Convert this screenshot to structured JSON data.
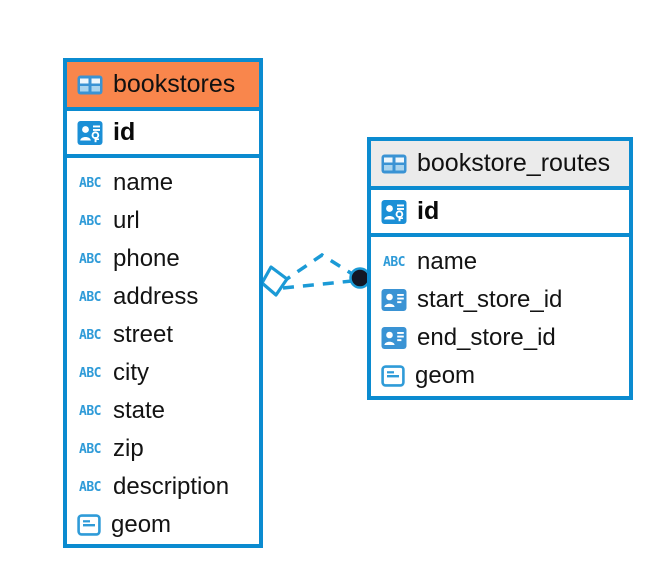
{
  "diagram": {
    "type": "entity-relationship-diagram",
    "background": "#ffffff",
    "accent_blue": "#0b8bd0",
    "accent_orange": "#f9864c",
    "accent_grey": "#ebebeb"
  },
  "entities": [
    {
      "name": "bookstores",
      "header_color": "#f9864c",
      "primary_key": {
        "label": "id",
        "icon": "primary-key-icon"
      },
      "fields": [
        {
          "label": "name",
          "icon": "abc-text-icon",
          "icon_text": "ABC"
        },
        {
          "label": "url",
          "icon": "abc-text-icon",
          "icon_text": "ABC"
        },
        {
          "label": "phone",
          "icon": "abc-text-icon",
          "icon_text": "ABC"
        },
        {
          "label": "address",
          "icon": "abc-text-icon",
          "icon_text": "ABC"
        },
        {
          "label": "street",
          "icon": "abc-text-icon",
          "icon_text": "ABC"
        },
        {
          "label": "city",
          "icon": "abc-text-icon",
          "icon_text": "ABC"
        },
        {
          "label": "state",
          "icon": "abc-text-icon",
          "icon_text": "ABC"
        },
        {
          "label": "zip",
          "icon": "abc-text-icon",
          "icon_text": "ABC"
        },
        {
          "label": "description",
          "icon": "abc-text-icon",
          "icon_text": "ABC"
        },
        {
          "label": "geom",
          "icon": "geometry-icon"
        }
      ]
    },
    {
      "name": "bookstore_routes",
      "header_color": "#ebebeb",
      "primary_key": {
        "label": "id",
        "icon": "primary-key-icon"
      },
      "fields": [
        {
          "label": "name",
          "icon": "abc-text-icon",
          "icon_text": "ABC"
        },
        {
          "label": "start_store_id",
          "icon": "foreign-key-icon"
        },
        {
          "label": "end_store_id",
          "icon": "foreign-key-icon"
        },
        {
          "label": "geom",
          "icon": "geometry-icon"
        }
      ]
    }
  ],
  "relationship": {
    "style": "dashed",
    "color": "#1b9ad6",
    "source_marker": "diamond-icon",
    "target_marker": "filled-circle-icon",
    "target_marker_color": "#121726"
  }
}
